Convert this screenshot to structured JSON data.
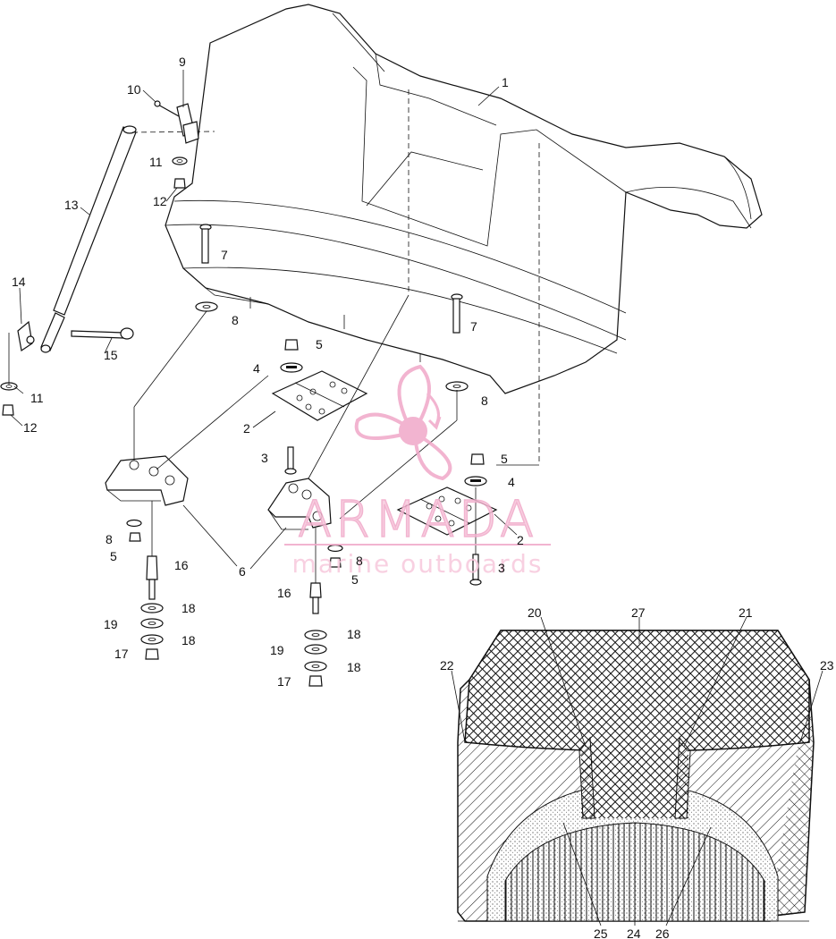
{
  "watermark": {
    "brand": "ARMADA",
    "tagline": "marine outboards",
    "color": "#f0a8c8"
  },
  "callouts": {
    "c1": "1",
    "c2a": "2",
    "c2b": "2",
    "c3a": "3",
    "c3b": "3",
    "c4a": "4",
    "c4b": "4",
    "c5a": "5",
    "c5b": "5",
    "c5c": "5",
    "c5d": "5",
    "c6a": "6",
    "c6b": "6",
    "c7a": "7",
    "c7b": "7",
    "c8a": "8",
    "c8b": "8",
    "c8c": "8",
    "c8d": "8",
    "c9": "9",
    "c10": "10",
    "c11a": "11",
    "c11b": "11",
    "c12a": "12",
    "c12b": "12",
    "c13": "13",
    "c14": "14",
    "c15": "15",
    "c16a": "16",
    "c16b": "16",
    "c17a": "17",
    "c17b": "17",
    "c18a": "18",
    "c18b": "18",
    "c18c": "18",
    "c18d": "18",
    "c19a": "19",
    "c19b": "19",
    "c20": "20",
    "c21": "21",
    "c22": "22",
    "c23": "23",
    "c24": "24",
    "c25": "25",
    "c26": "26",
    "c27": "27"
  }
}
